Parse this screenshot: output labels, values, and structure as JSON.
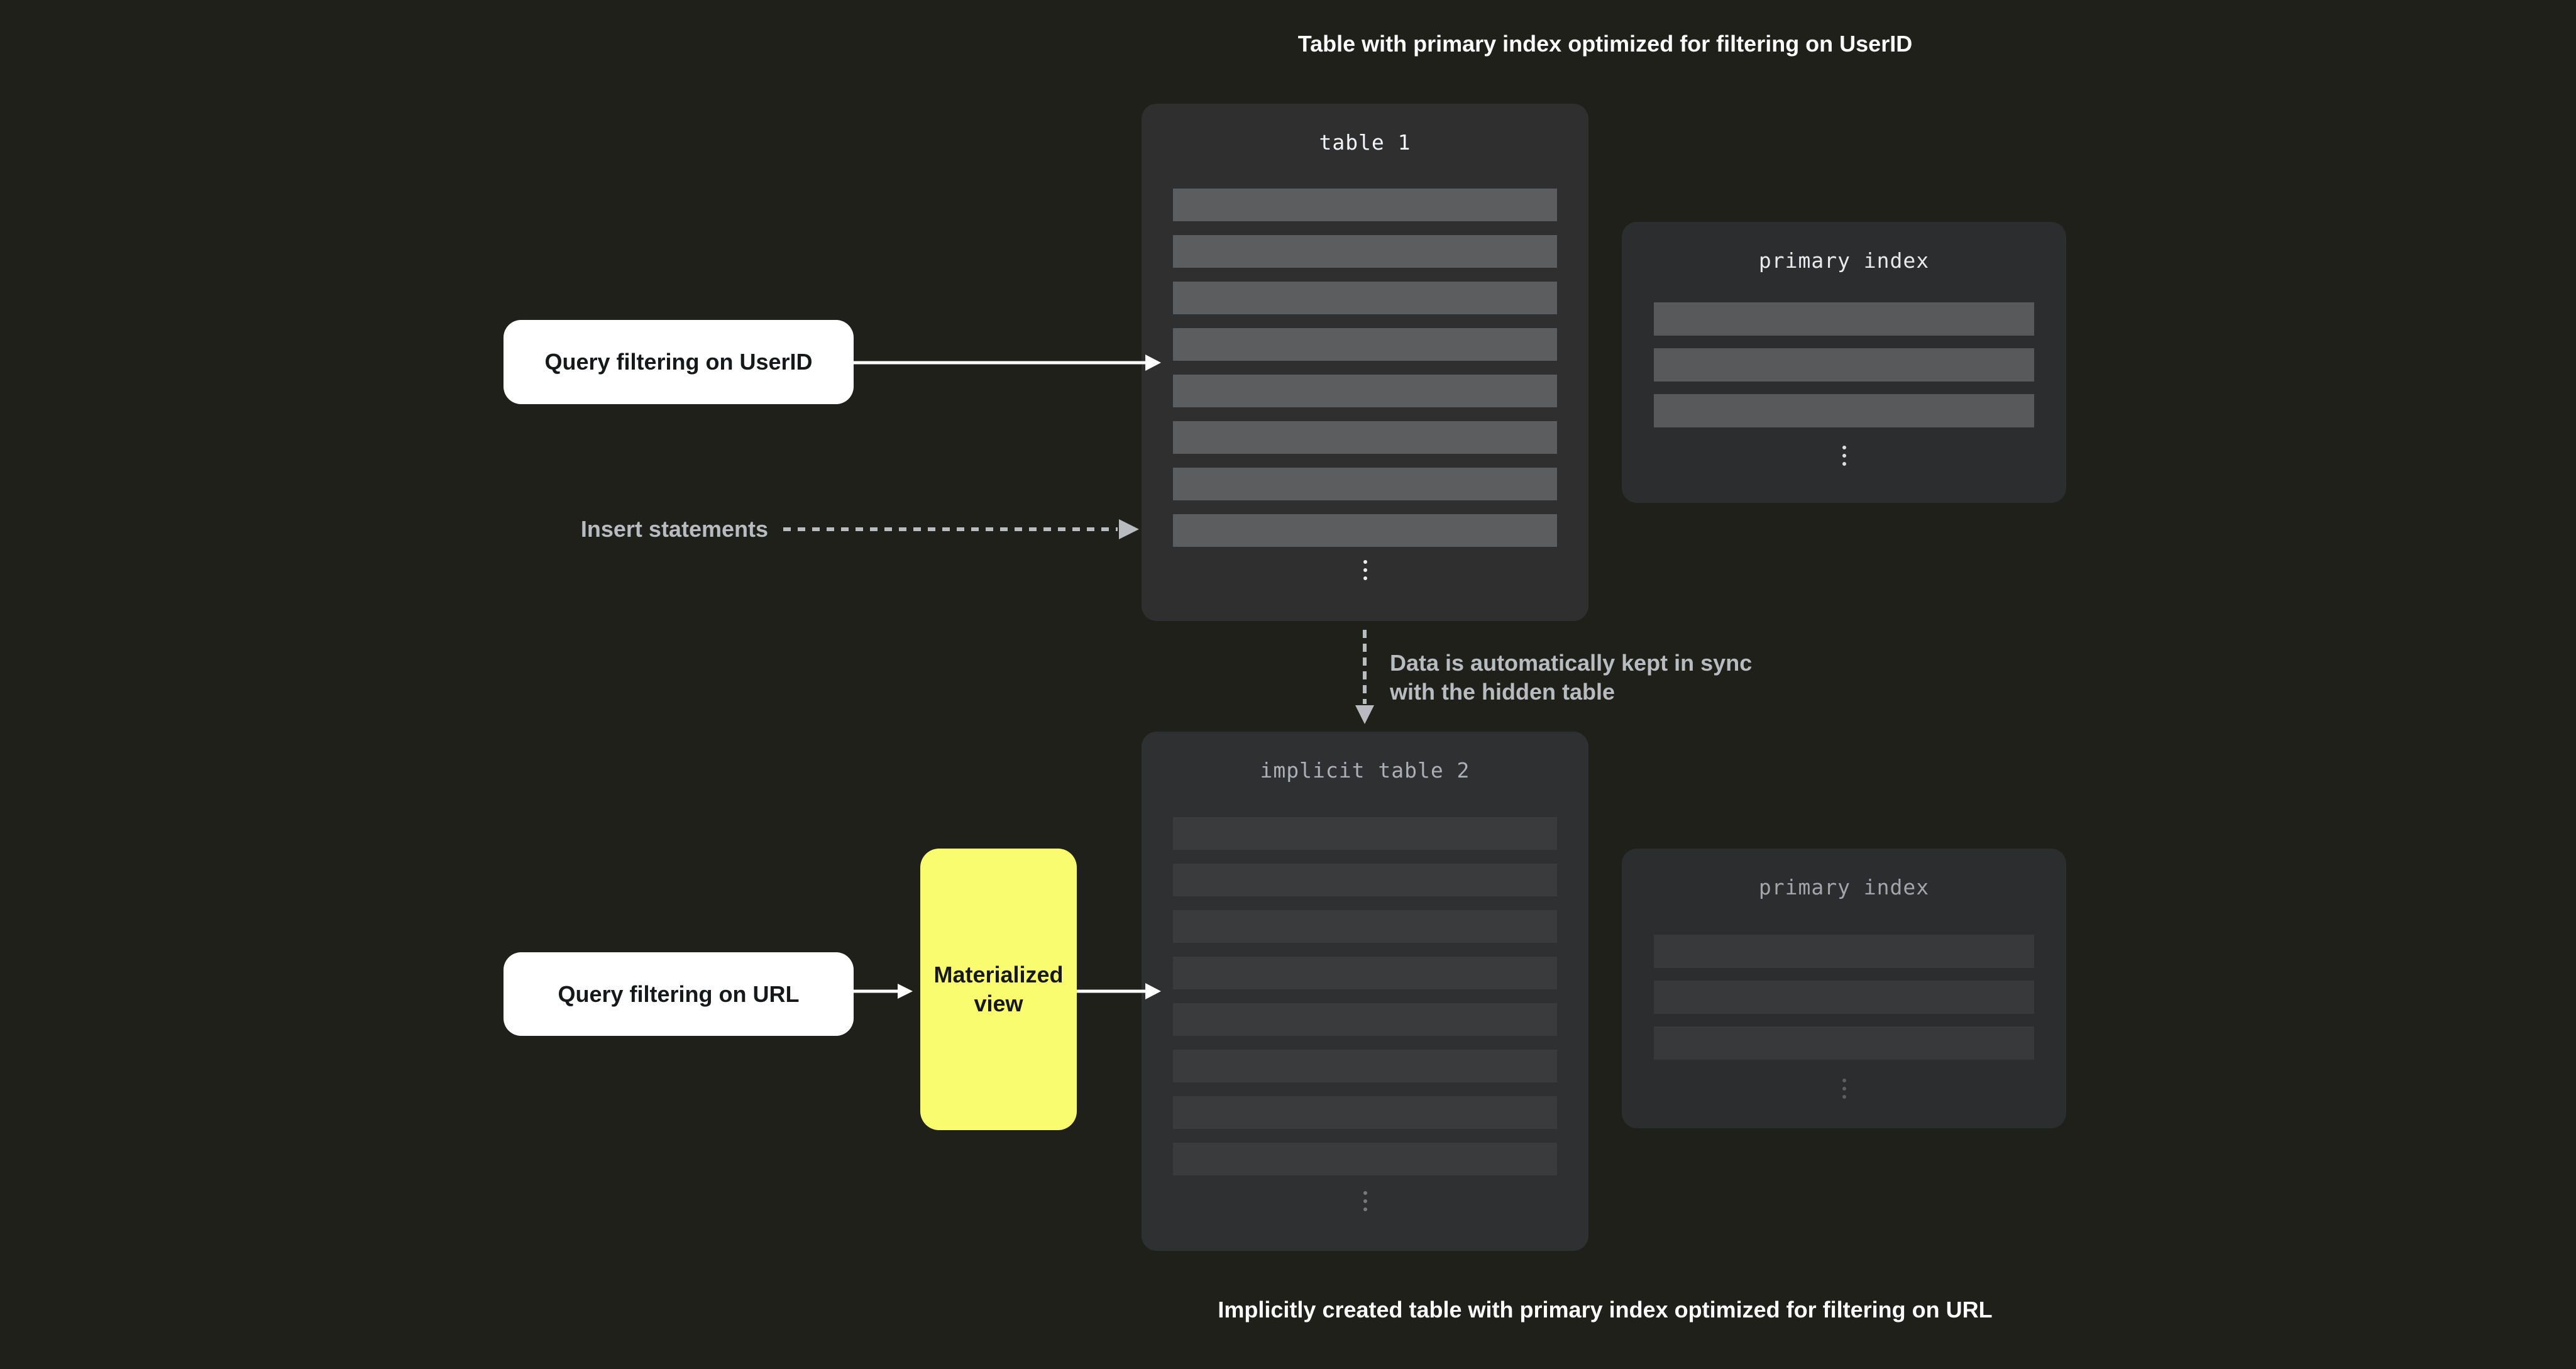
{
  "diagram": {
    "caption_top": "Table with primary index optimized for filtering on UserID",
    "caption_bottom": "Implicitly created table with primary index optimized for filtering on URL",
    "table1": {
      "title": "table 1",
      "row_count": 8
    },
    "primary_index_top": {
      "title": "primary index",
      "bar_count": 3
    },
    "table2": {
      "title": "implicit table 2",
      "row_count": 8
    },
    "primary_index_bottom": {
      "title": "primary index",
      "bar_count": 3
    },
    "query_userid_label": "Query filtering on UserID",
    "query_url_label": "Query filtering on URL",
    "insert_label": "Insert statements",
    "sync_note": "Data is automatically kept in sync\nwith the hidden table",
    "materialized_view_label": "Materialized view"
  },
  "colors": {
    "background": "#1f201a",
    "table_panel": "#2f2f30",
    "index_panel": "#2c2d2e",
    "table1_row": "#5c5d5e",
    "table2_row": "#3a3b3c",
    "index_top_bar": "#58595a",
    "index_bottom_bar": "#38393a",
    "white_node": "#ffffff",
    "materialized_view_yellow": "#f9fc6e",
    "gray_text": "#b8bbc0",
    "white_text": "#fbfbfc",
    "black_text": "#17181a"
  }
}
